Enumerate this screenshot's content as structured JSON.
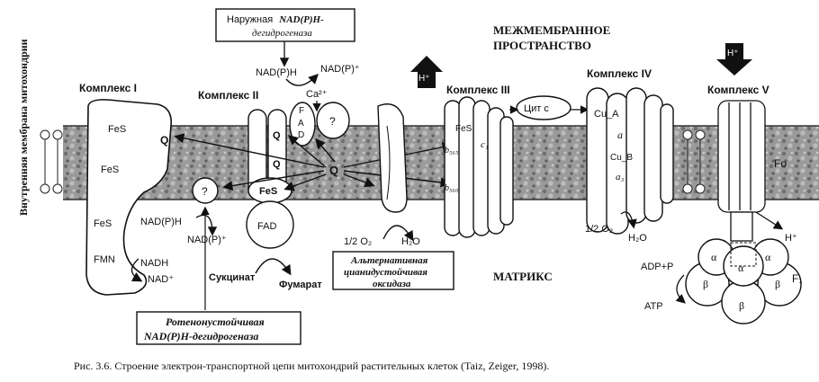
{
  "membrane_label": "Внутренняя мембрана митохондрии",
  "space_title": "МЕЖМЕМБРАННОЕ ПРОСТРАНСТВО",
  "matrix_title": "МАТРИКС",
  "complex_1": {
    "title": "Комплекс I",
    "fes": "FeS",
    "fmn": "FMN",
    "q": "Q",
    "nadh": "NADH",
    "nad": "NAD⁺"
  },
  "complex_2": {
    "title": "Комплекс II",
    "q": "Q",
    "fes": "FeS",
    "fad": "FAD",
    "succinate": "Сукцинат",
    "fumarate": "Фумарат"
  },
  "external_dh": {
    "title_plain": "Наружная",
    "title_italic": "NAD(P)H-",
    "title_line2": "дегидрогеназа",
    "nadph": "NAD(P)H",
    "nadp": "NAD(P)⁺",
    "ca": "Ca²⁺",
    "f": "F",
    "a": "A",
    "d": "D",
    "unknown": "?"
  },
  "internal_dh": {
    "unknown": "?",
    "nadph": "NAD(P)H",
    "nadp": "NAD(P)⁺",
    "box_line1": "Ротенонустойчивая",
    "box_line2": "NAD(P)H-дегидрогеназа"
  },
  "q_pool": "Q",
  "alt_oxidase": {
    "o2": "1/2 O₂",
    "h2o": "H₂O",
    "box_line1": "Альтернативная",
    "box_line2": "цианидустойчивая",
    "box_line3": "оксидаза"
  },
  "complex_3": {
    "title": "Комплекс III",
    "h": "H⁺",
    "fes": "FeS",
    "c1": "c₁",
    "b565": "b₅₆₅",
    "b560": "b₅₆₀",
    "cytc": "Цит c"
  },
  "complex_4": {
    "title": "Комплекс IV",
    "cua": "Cu_A",
    "a": "a",
    "cub": "Cu_B",
    "a3": "a₃",
    "o2": "1/2 O₂",
    "h2o": "H₂O"
  },
  "complex_5": {
    "title": "Комплекс V",
    "h_in": "H⁺",
    "h_out": "H⁺",
    "fo": "Fo",
    "f1": "F₁",
    "adp": "ADP+P",
    "atp": "ATP",
    "alpha": "α",
    "beta": "β"
  },
  "caption": "Рис. 3.6. Строение электрон-транспортной цепи митохондрий растительных клеток (Taiz, Zeiger, 1998)."
}
